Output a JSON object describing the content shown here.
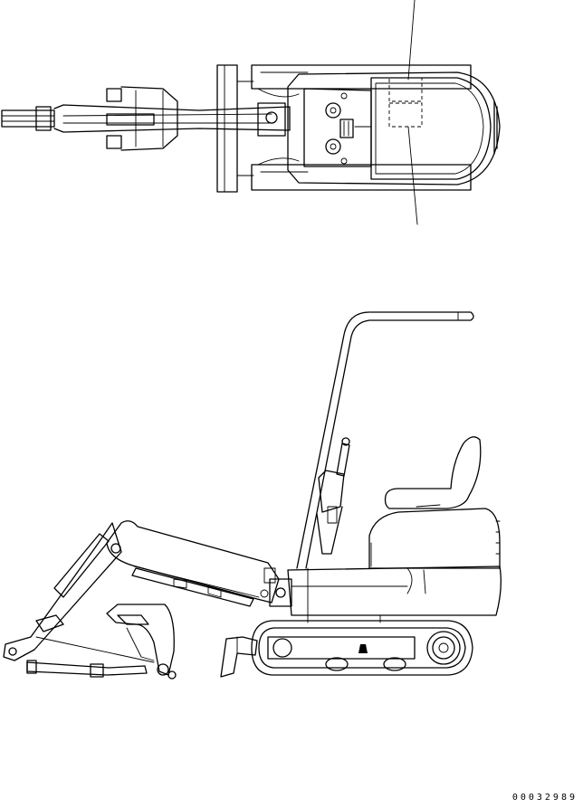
{
  "drawing": {
    "part_number": "00032989",
    "views": [
      "top-view",
      "side-view"
    ],
    "colors": {
      "line": "#000000",
      "background": "#ffffff"
    }
  }
}
